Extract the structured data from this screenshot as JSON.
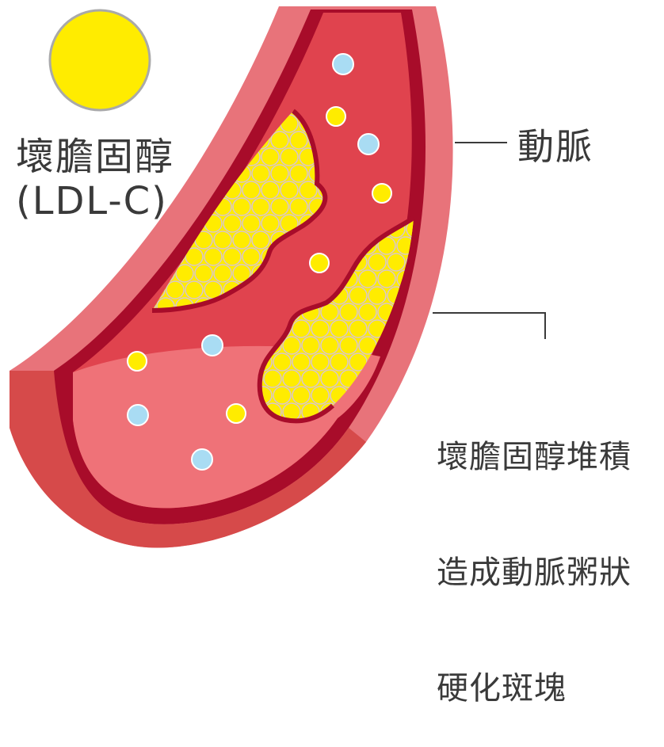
{
  "ldl_legend": {
    "title": "壞膽固醇",
    "subtitle": "(LDL-C)",
    "color": "#ffec00"
  },
  "labels": {
    "artery": "動脈",
    "plaque_lines": [
      "壞膽固醇堆積",
      "造成動脈粥狀",
      "硬化斑塊"
    ]
  },
  "colors": {
    "outer_wall": "#e8737a",
    "wall_dark": "#a80c2a",
    "lumen": "#e0434e",
    "lumen_light": "#ef7278",
    "plaque_fill": "#ffec00",
    "plaque_circle_stroke": "#d9c6cc",
    "blue_cell": "#a9dcf3",
    "leader_line": "#3a3a3a"
  }
}
